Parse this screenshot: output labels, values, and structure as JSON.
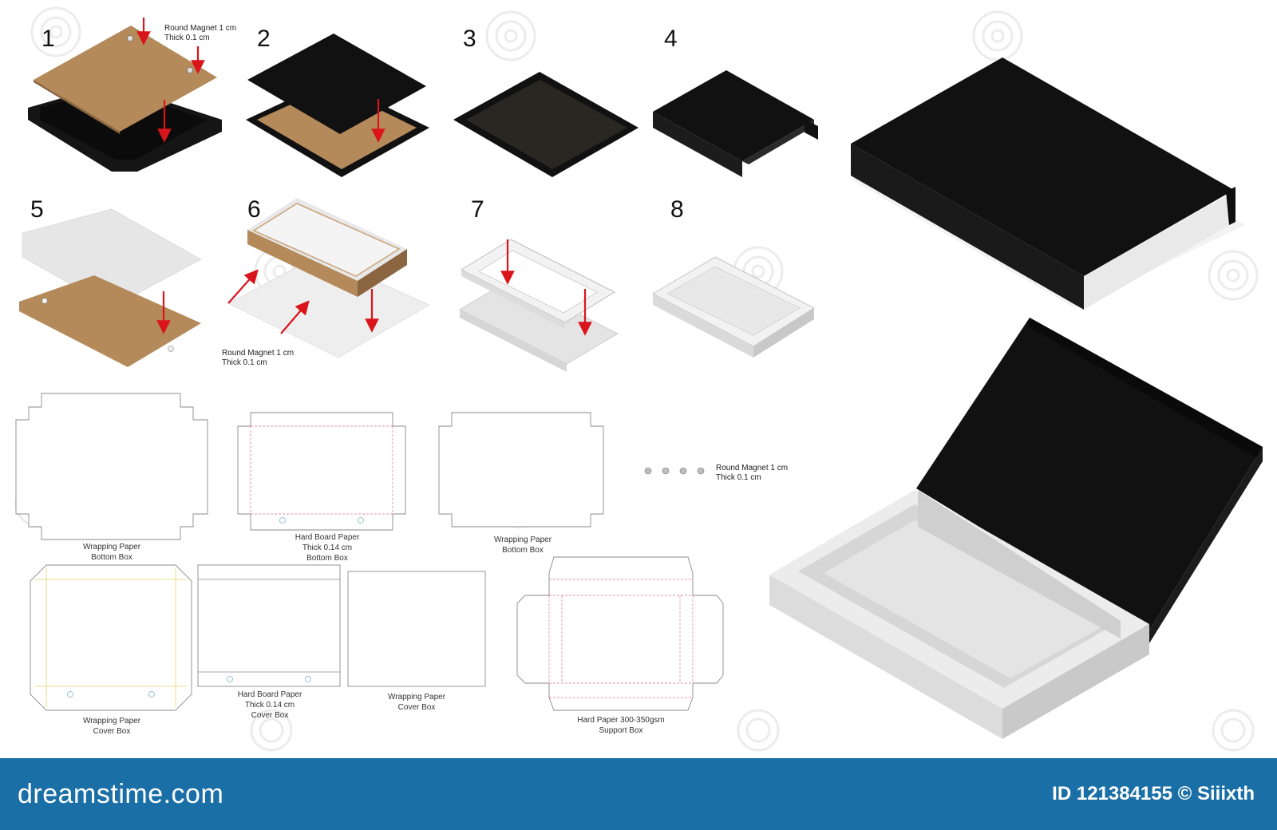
{
  "steps": [
    "1",
    "2",
    "3",
    "4",
    "5",
    "6",
    "7",
    "8"
  ],
  "notes": {
    "magnet_step1": [
      "Round Magnet 1 cm",
      "Thick 0.1 cm"
    ],
    "magnet_step6": [
      "Round Magnet 1 cm",
      "Thick 0.1 cm"
    ],
    "magnet_loose": [
      "Round Magnet 1 cm",
      "Thick 0.1 cm"
    ]
  },
  "dielines": {
    "d1": [
      "Wrapping Paper",
      "Bottom Box"
    ],
    "d2": [
      "Hard Board Paper",
      "Thick 0.14 cm",
      "Bottom Box"
    ],
    "d3": [
      "Wrapping Paper",
      "Bottom Box"
    ],
    "d4": [
      "Wrapping Paper",
      "Cover Box"
    ],
    "d5": [
      "Hard Board Paper",
      "Thick 0.14 cm",
      "Cover Box"
    ],
    "d6": [
      "Wrapping Paper",
      "Cover Box"
    ],
    "d7": [
      "Hard Paper 300-350gsm",
      "Support Box"
    ]
  },
  "footer": {
    "brand": "dreamstime.com",
    "stock_id": "ID 121384155 © Siiixth"
  },
  "colors": {
    "black": "#111111",
    "kraft": "#b48a5a",
    "arrow": "#d9141b",
    "footer_bg": "#1a6fa6",
    "fold_line": "#e46b8f"
  }
}
